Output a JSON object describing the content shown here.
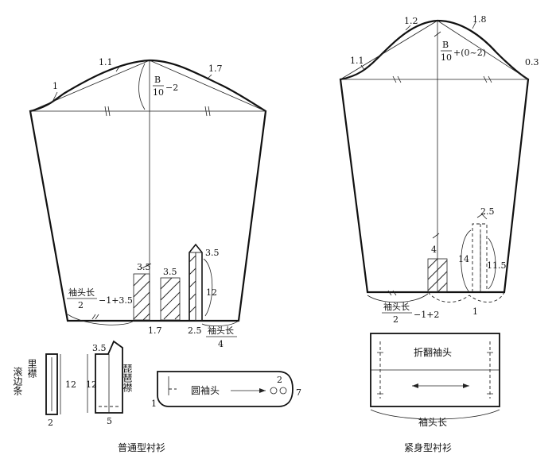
{
  "captions": {
    "left": "普通型衬衫",
    "right": "紧身型衬衫"
  },
  "left_sleeve": {
    "cap_marks": [
      "1",
      "1.1",
      "1.7"
    ],
    "cap_height_num": "B",
    "cap_height_den": "10",
    "cap_height_suffix": "−2",
    "cuff_formula_num": "袖头长",
    "cuff_formula_den": "2",
    "cuff_formula_suffix": "−1+3.5",
    "pleat_widths": [
      "3.5",
      "3.5"
    ],
    "placket_top": "3.5",
    "placket_length": "12",
    "bottom_marks": [
      "1.7",
      "2.5"
    ],
    "cuff_quarter_num": "袖头长",
    "cuff_quarter_den": "4"
  },
  "left_parts": {
    "binding_label_col1": "滚边条",
    "binding_label_col2": "里襟",
    "binding_length": "12",
    "binding_width": "2",
    "placket_label": "琵琶襟",
    "placket_top": "3.5",
    "placket_length": "12",
    "placket_width": "5",
    "round_cuff_label": "圆袖头",
    "round_cuff_marks": [
      "1",
      "2",
      "7"
    ]
  },
  "right_sleeve": {
    "cap_marks": [
      "1.1",
      "1.2",
      "1.8",
      "0.3"
    ],
    "cap_height_num": "B",
    "cap_height_den": "10",
    "cap_height_suffix": "+(0~2)",
    "pleat_height": "4",
    "slit_marks": [
      "2.5",
      "14",
      "11.5",
      "1"
    ],
    "cuff_formula_num": "袖头长",
    "cuff_formula_den": "2",
    "cuff_formula_suffix": "−1+2"
  },
  "right_parts": {
    "french_cuff_label": "折翻袖头",
    "cuff_length_label": "袖头长"
  }
}
